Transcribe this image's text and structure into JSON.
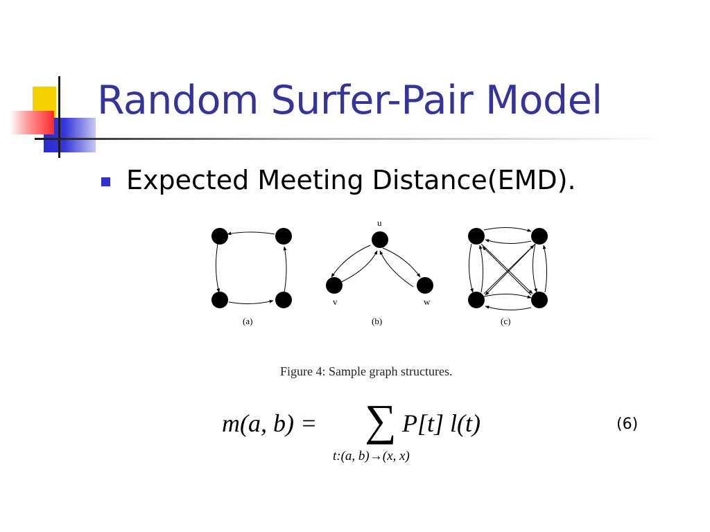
{
  "slide": {
    "title": "Random Surfer-Pair Model",
    "bullet": "Expected Meeting Distance(EMD).",
    "colors": {
      "title": "#34349a",
      "bullet_marker": "#3232c8",
      "logo_yellow": "#f5d000",
      "logo_red": "#ff2a2a",
      "logo_blue": "#2b2bd6"
    }
  },
  "figure": {
    "graph_a_label": "(a)",
    "graph_b_label": "(b)",
    "graph_c_label": "(c)",
    "node_u": "u",
    "node_v": "v",
    "node_w": "w",
    "caption": "Figure 4: Sample graph structures."
  },
  "formula": {
    "lhs": "m(a, b) =",
    "sigma": "∑",
    "rhs": "P[t] l(t)",
    "subscript": "t:(a, b)→(x, x)",
    "number": "(6)"
  }
}
